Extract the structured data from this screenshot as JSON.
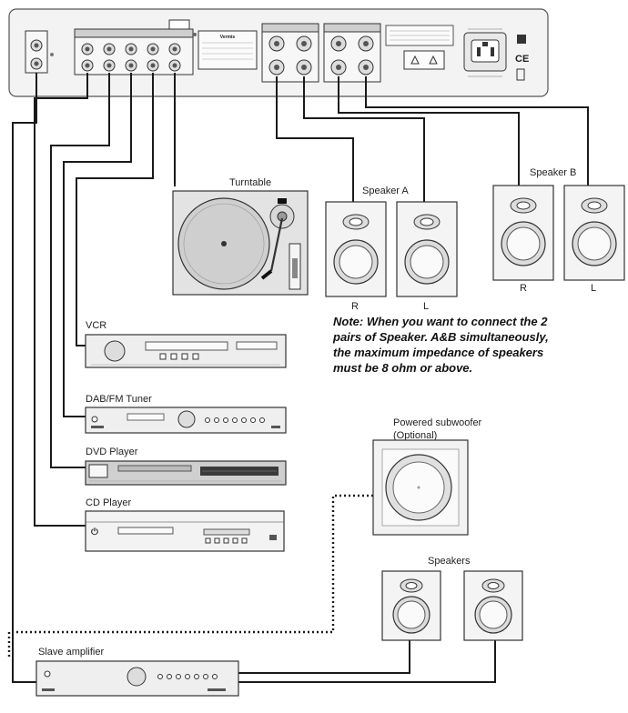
{
  "device_labels": {
    "turntable": "Turntable",
    "vcr": "VCR",
    "dab_tuner": "DAB/FM Tuner",
    "dvd_player": "DVD Player",
    "cd_player": "CD Player",
    "slave_amplifier": "Slave amplifier",
    "speaker_a": "Speaker A",
    "speaker_b": "Speaker B",
    "powered_subwoofer": "Powered subwoofer",
    "subwoofer_optional": "(Optional)",
    "speakers": "Speakers"
  },
  "channel_labels": {
    "a_right": "R",
    "a_left": "L",
    "b_right": "R",
    "b_left": "L"
  },
  "note_lines": [
    "Note: When you want to connect the 2",
    "pairs of Speaker. A&B simultaneously,",
    "the maximum impedance of speakers",
    "must be 8 ohm or above."
  ],
  "panel": {
    "brand": "Vermis",
    "ce_mark": "CE"
  },
  "colors": {
    "line": "#1a1a1a",
    "panel_fill": "#f3f3f3",
    "device_fill": "#eeeeee",
    "text": "#111111"
  }
}
